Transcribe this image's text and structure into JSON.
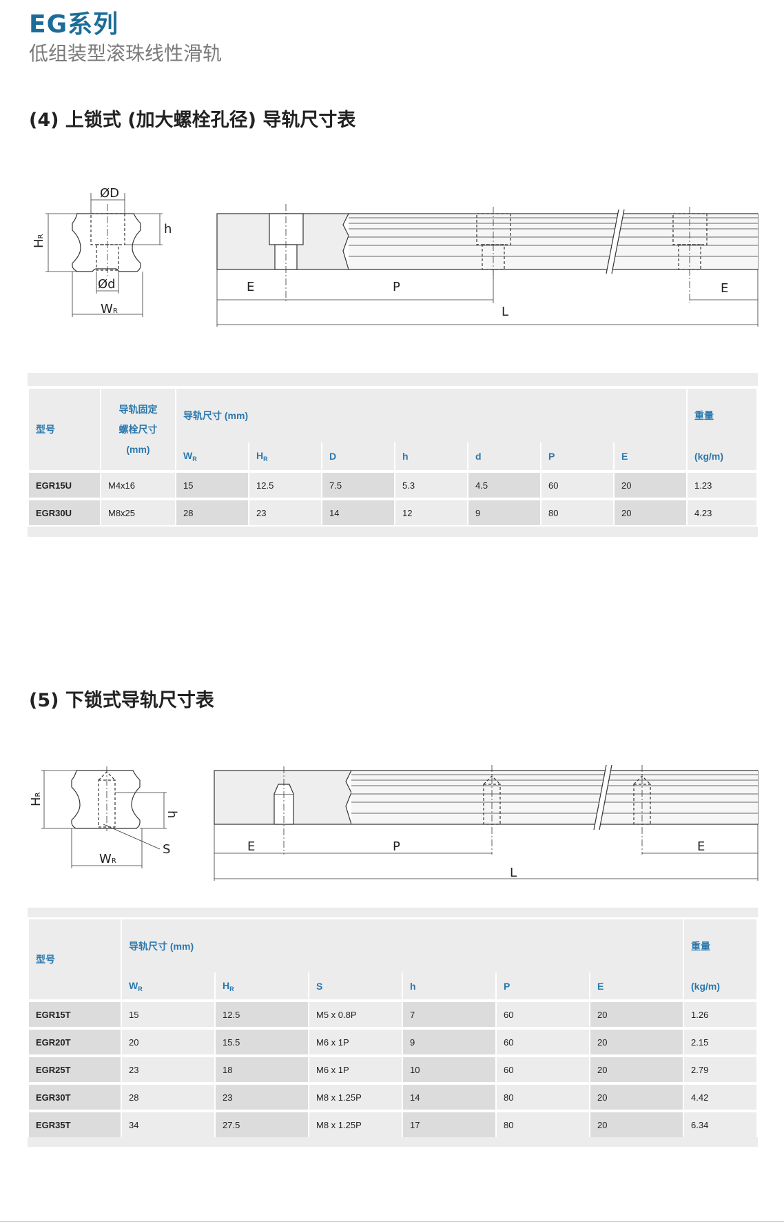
{
  "header": {
    "title": "EG系列",
    "subtitle": "低组装型滚珠线性滑轨"
  },
  "section4": {
    "heading": "(4) 上锁式 (加大螺栓孔径) 导轨尺寸表",
    "diagram": {
      "D": "ØD",
      "d": "Ød",
      "h": "h",
      "HR": "H",
      "HR_sub": "R",
      "WR": "W",
      "WR_sub": "R",
      "E": "E",
      "P": "P",
      "L": "L"
    },
    "table": {
      "col_model": "型号",
      "col_bolt": [
        "导轨固定",
        "螺栓尺寸",
        "(mm)"
      ],
      "col_dims": "导轨尺寸 (mm)",
      "col_weight": "重量",
      "col_weight_unit": "(kg/m)",
      "sub_cols": [
        {
          "main": "W",
          "sub": "R"
        },
        {
          "main": "H",
          "sub": "R"
        },
        {
          "main": "D",
          "sub": ""
        },
        {
          "main": "h",
          "sub": ""
        },
        {
          "main": "d",
          "sub": ""
        },
        {
          "main": "P",
          "sub": ""
        },
        {
          "main": "E",
          "sub": ""
        }
      ],
      "rows": [
        [
          "EGR15U",
          "M4x16",
          "15",
          "12.5",
          "7.5",
          "5.3",
          "4.5",
          "60",
          "20",
          "1.23"
        ],
        [
          "EGR30U",
          "M8x25",
          "28",
          "23",
          "14",
          "12",
          "9",
          "80",
          "20",
          "4.23"
        ]
      ]
    }
  },
  "section5": {
    "heading": "(5) 下锁式导轨尺寸表",
    "diagram": {
      "S": "S",
      "h": "h",
      "HR": "H",
      "HR_sub": "R",
      "WR": "W",
      "WR_sub": "R",
      "E": "E",
      "P": "P",
      "L": "L"
    },
    "table": {
      "col_model": "型号",
      "col_dims": "导轨尺寸 (mm)",
      "col_weight": "重量",
      "col_weight_unit": "(kg/m)",
      "sub_cols": [
        {
          "main": "W",
          "sub": "R"
        },
        {
          "main": "H",
          "sub": "R"
        },
        {
          "main": "S",
          "sub": ""
        },
        {
          "main": "h",
          "sub": ""
        },
        {
          "main": "P",
          "sub": ""
        },
        {
          "main": "E",
          "sub": ""
        }
      ],
      "rows": [
        [
          "EGR15T",
          "15",
          "12.5",
          "M5 x 0.8P",
          "7",
          "60",
          "20",
          "1.26"
        ],
        [
          "EGR20T",
          "20",
          "15.5",
          "M6 x 1P",
          "9",
          "60",
          "20",
          "2.15"
        ],
        [
          "EGR25T",
          "23",
          "18",
          "M6 x 1P",
          "10",
          "60",
          "20",
          "2.79"
        ],
        [
          "EGR30T",
          "28",
          "23",
          "M8 x 1.25P",
          "14",
          "80",
          "20",
          "4.42"
        ],
        [
          "EGR35T",
          "34",
          "27.5",
          "M8 x 1.25P",
          "17",
          "80",
          "20",
          "6.34"
        ]
      ]
    }
  }
}
